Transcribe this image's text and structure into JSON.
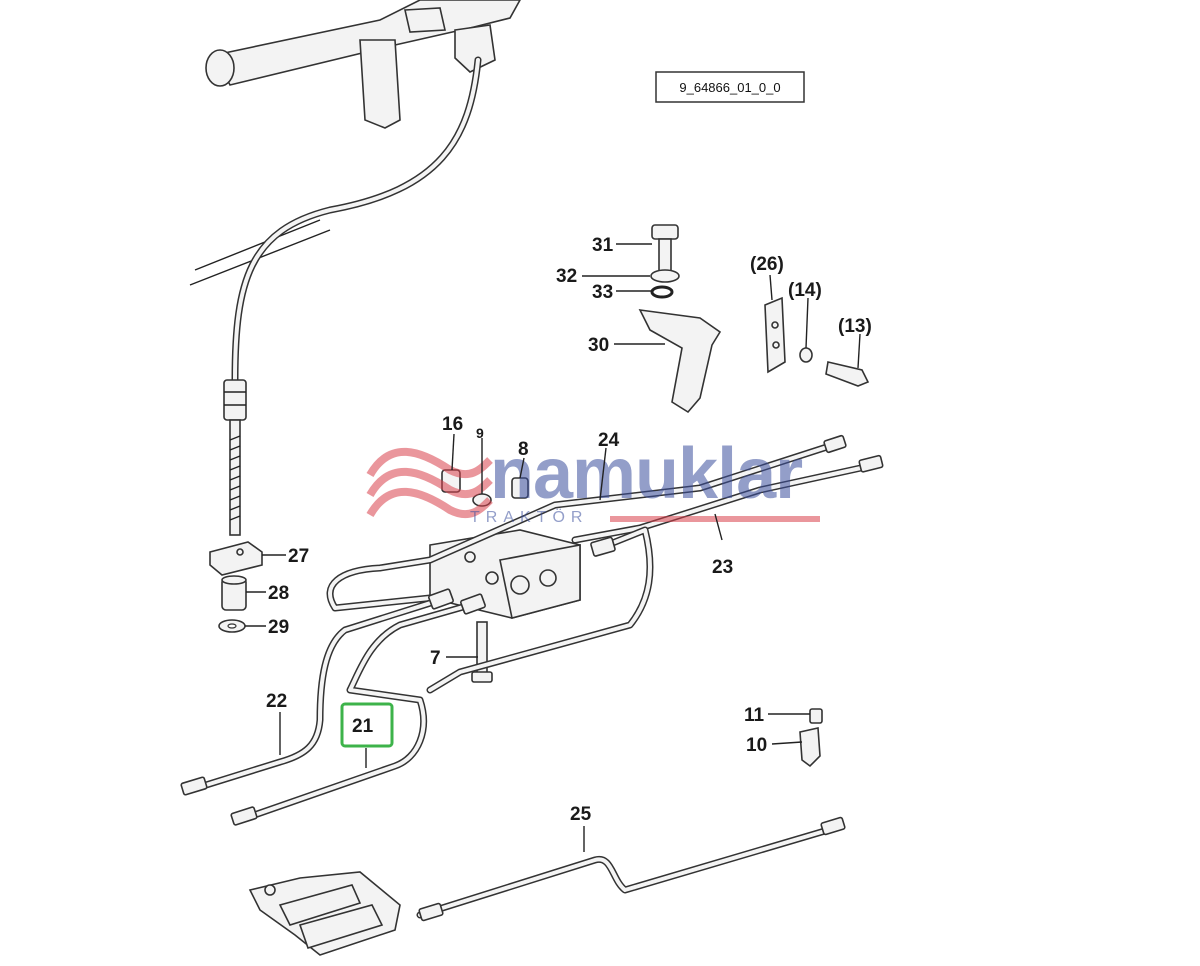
{
  "drawing_ref": "9_64866_01_0_0",
  "watermark": {
    "brand": "namuklar",
    "sub": "TRAKTÖR",
    "red": "#d9404a",
    "blue": "#3b4f9e"
  },
  "highlight_color": "#3db34a",
  "highlighted_part": "21",
  "callouts": [
    {
      "id": "31",
      "label": "31"
    },
    {
      "id": "32",
      "label": "32"
    },
    {
      "id": "33",
      "label": "33"
    },
    {
      "id": "30",
      "label": "30"
    },
    {
      "id": "26",
      "label": "(26)"
    },
    {
      "id": "14",
      "label": "(14)"
    },
    {
      "id": "13",
      "label": "(13)"
    },
    {
      "id": "16",
      "label": "16"
    },
    {
      "id": "9",
      "label": "9"
    },
    {
      "id": "8",
      "label": "8"
    },
    {
      "id": "24",
      "label": "24"
    },
    {
      "id": "27",
      "label": "27"
    },
    {
      "id": "28",
      "label": "28"
    },
    {
      "id": "29",
      "label": "29"
    },
    {
      "id": "23",
      "label": "23"
    },
    {
      "id": "7",
      "label": "7"
    },
    {
      "id": "22",
      "label": "22"
    },
    {
      "id": "21",
      "label": "21"
    },
    {
      "id": "11",
      "label": "11"
    },
    {
      "id": "10",
      "label": "10"
    },
    {
      "id": "25",
      "label": "25"
    }
  ]
}
